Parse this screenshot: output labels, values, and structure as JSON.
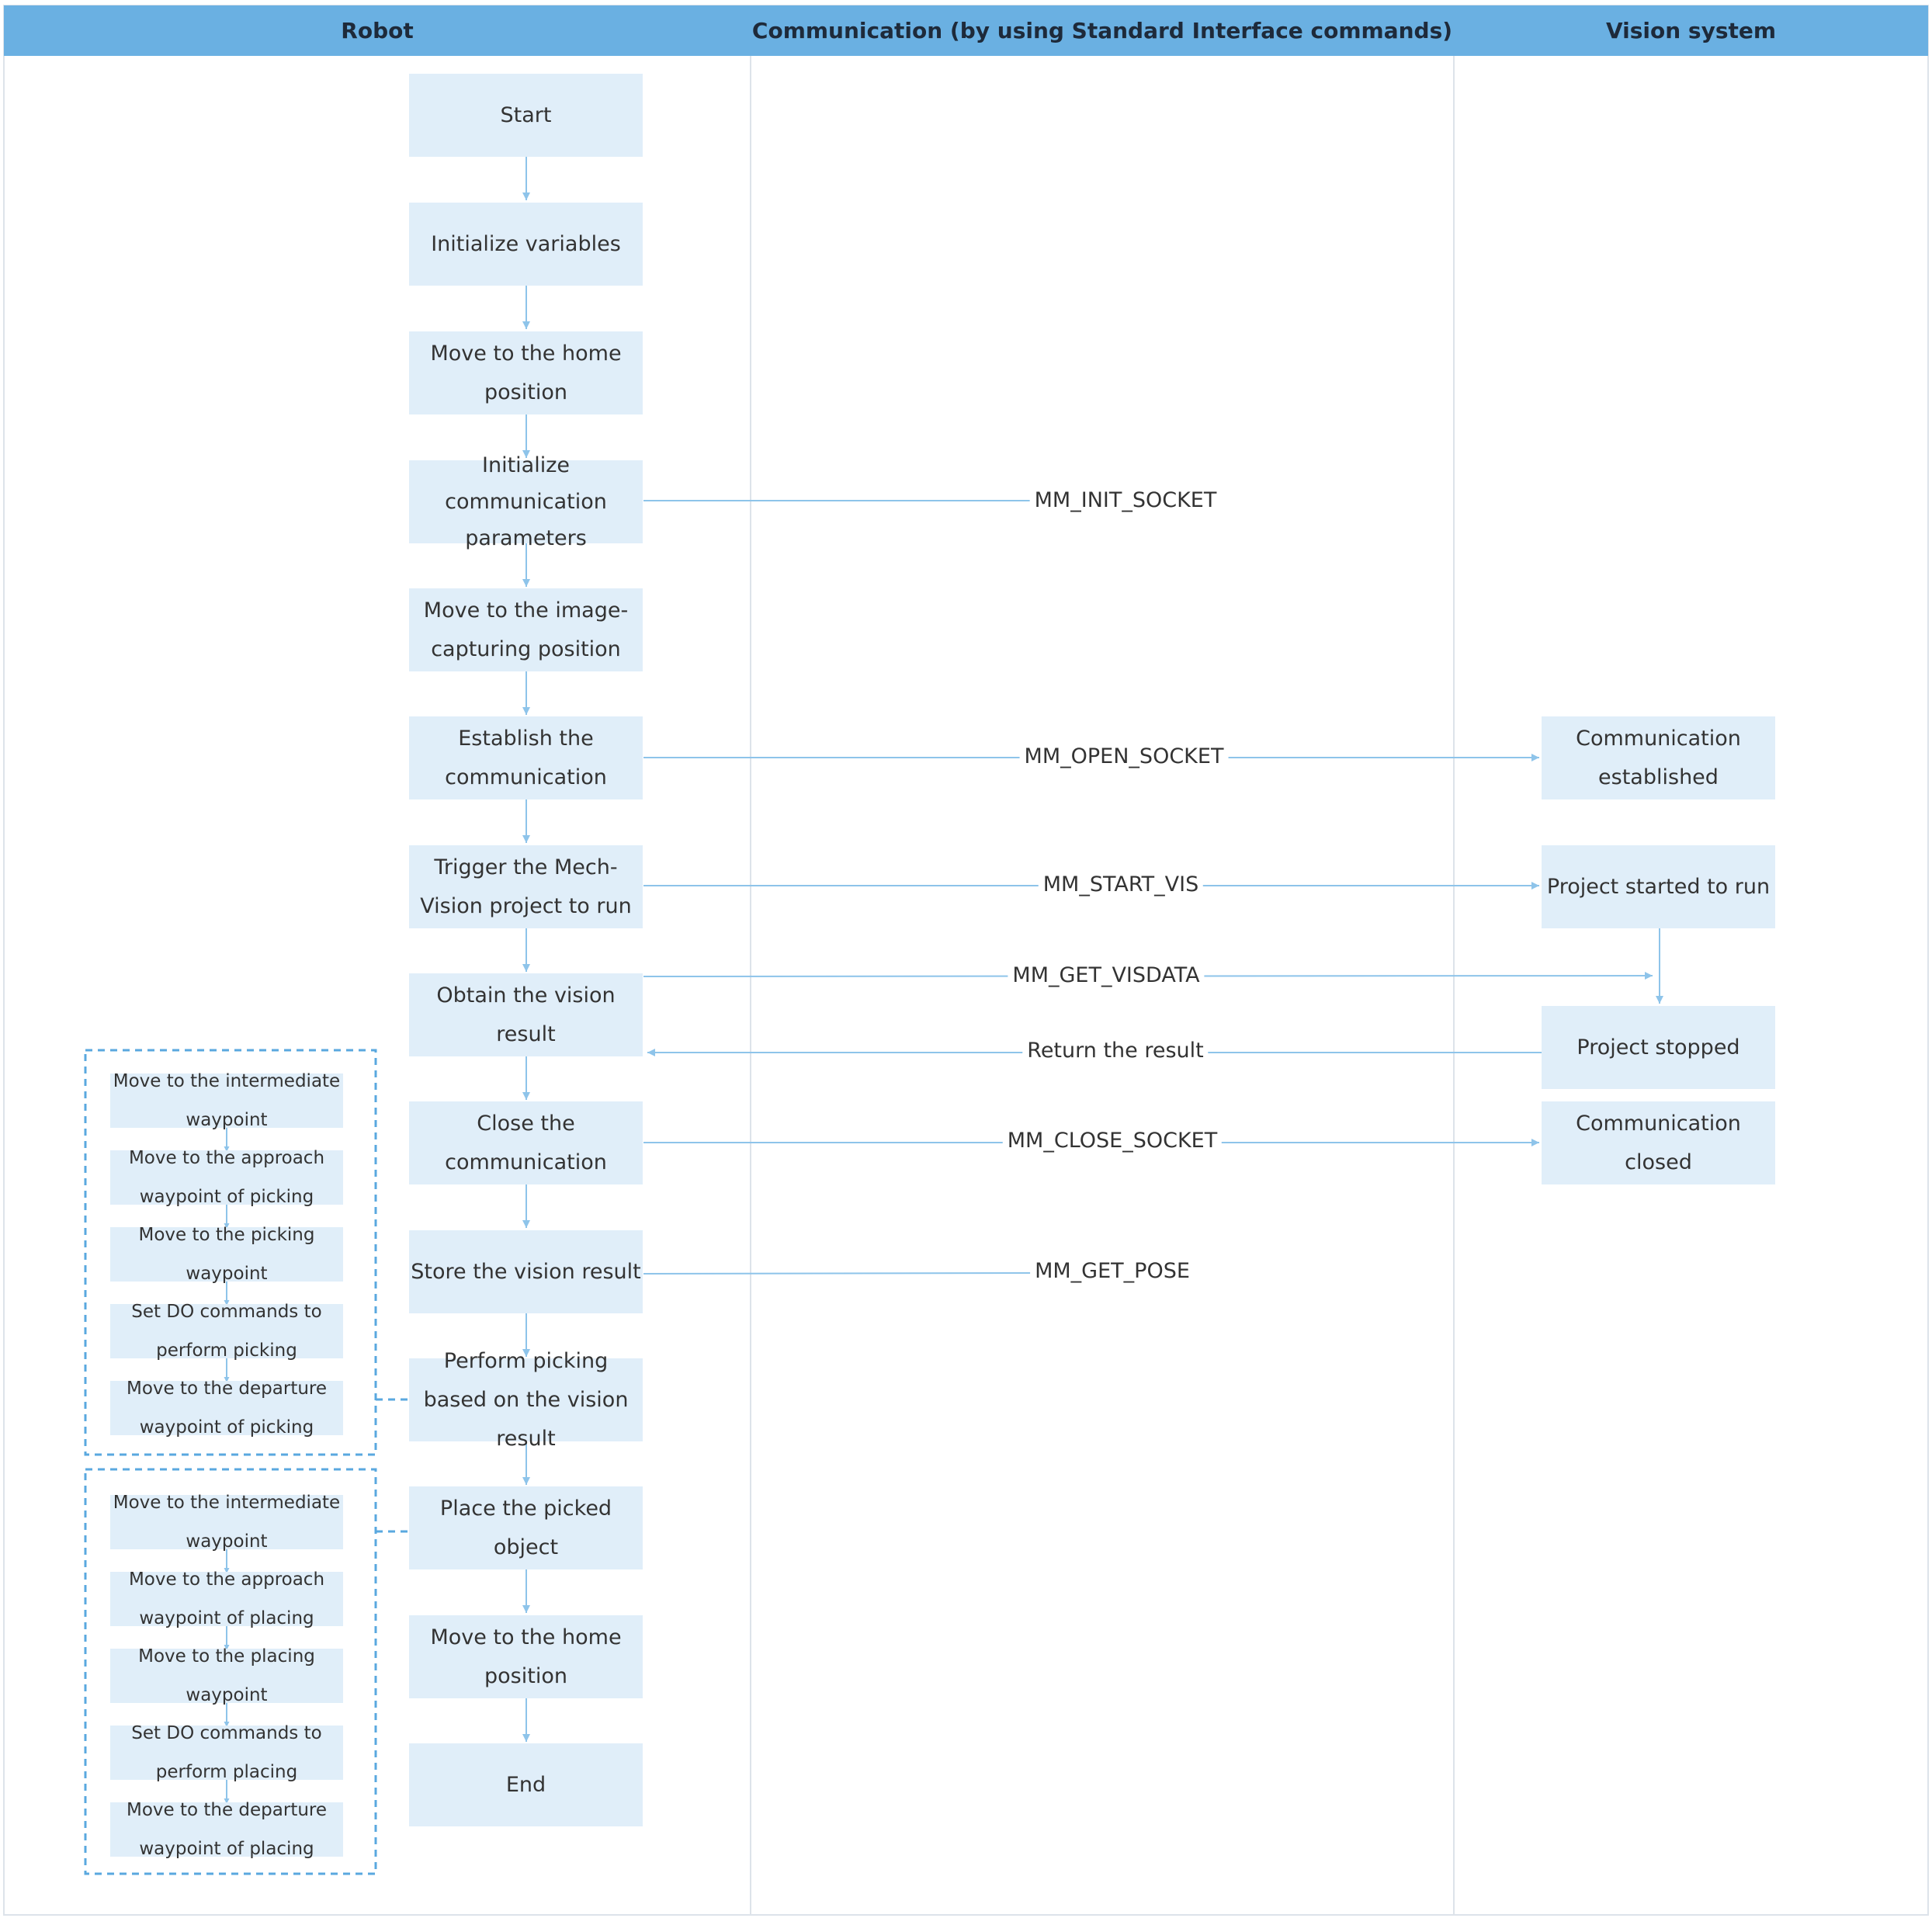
{
  "lanes": {
    "robot": "Robot",
    "communication": "Communication (by using Standard Interface commands)",
    "vision": "Vision system"
  },
  "robot_steps": {
    "start": "Start",
    "init_vars": "Initialize variables",
    "home1": "Move to the home position",
    "init_comm": "Initialize communication parameters",
    "capture_pos": "Move to the image-capturing position",
    "establish": "Establish the communication",
    "trigger": "Trigger the Mech-Vision project to run",
    "obtain": "Obtain the vision result",
    "close": "Close the communication",
    "store": "Store the vision result",
    "pick": "Perform picking based on the vision result",
    "place": "Place the picked object",
    "home2": "Move to the home position",
    "end": "End"
  },
  "pick_substeps": [
    "Move to the intermediate waypoint",
    "Move to the approach waypoint of picking",
    "Move to the picking waypoint",
    "Set DO commands to perform picking",
    "Move to the departure waypoint of picking"
  ],
  "place_substeps": [
    "Move to the intermediate waypoint",
    "Move to the approach waypoint of placing",
    "Move to the placing waypoint",
    "Set DO commands to perform placing",
    "Move to the departure waypoint of placing"
  ],
  "commands": {
    "init_socket": "MM_INIT_SOCKET",
    "open_socket": "MM_OPEN_SOCKET",
    "start_vis": "MM_START_VIS",
    "get_visdata": "MM_GET_VISDATA",
    "return_result": "Return the result",
    "close_socket": "MM_CLOSE_SOCKET",
    "get_pose": "MM_GET_POSE"
  },
  "vision_states": {
    "established": "Communication established",
    "started": "Project started to run",
    "stopped": "Project stopped",
    "closed": "Communication closed"
  },
  "colors": {
    "header": "#6ab0e2",
    "node_fill": "#e0eef9",
    "arrow": "#8ec4ea",
    "dashed_border": "#5aa8df",
    "lane_divider": "#dde3ea"
  }
}
